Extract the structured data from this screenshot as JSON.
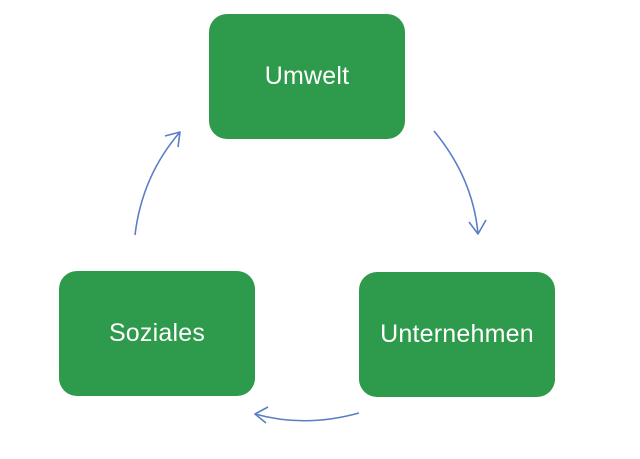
{
  "diagram": {
    "type": "cycle",
    "nodes": [
      {
        "id": "umwelt",
        "label": "Umwelt"
      },
      {
        "id": "unternehmen",
        "label": "Unternehmen"
      },
      {
        "id": "soziales",
        "label": "Soziales"
      }
    ],
    "edges": [
      {
        "from": "umwelt",
        "to": "unternehmen"
      },
      {
        "from": "unternehmen",
        "to": "soziales"
      },
      {
        "from": "soziales",
        "to": "umwelt"
      }
    ]
  },
  "colors": {
    "node_fill": "#2e9a4b",
    "node_text": "#ffffff",
    "arrow": "#5b7fc4"
  }
}
